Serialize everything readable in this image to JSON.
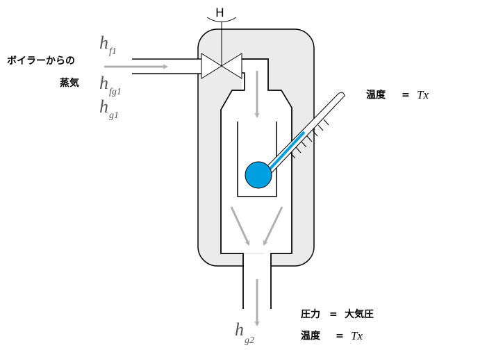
{
  "labels": {
    "inlet_line1": "ボイラーからの",
    "inlet_line2": "蒸気",
    "valve": "H",
    "h": "h",
    "f1": "f1",
    "fg1": "fg1",
    "g1": "g1",
    "g2": "g2",
    "temp_label": "温度",
    "equals": "=",
    "tx": "Tx",
    "pressure_label": "圧力",
    "atm": "大気圧"
  },
  "colors": {
    "jacket": "#ebebeb",
    "thermo": "#009fe0",
    "arrow": "#b0b0b0"
  }
}
